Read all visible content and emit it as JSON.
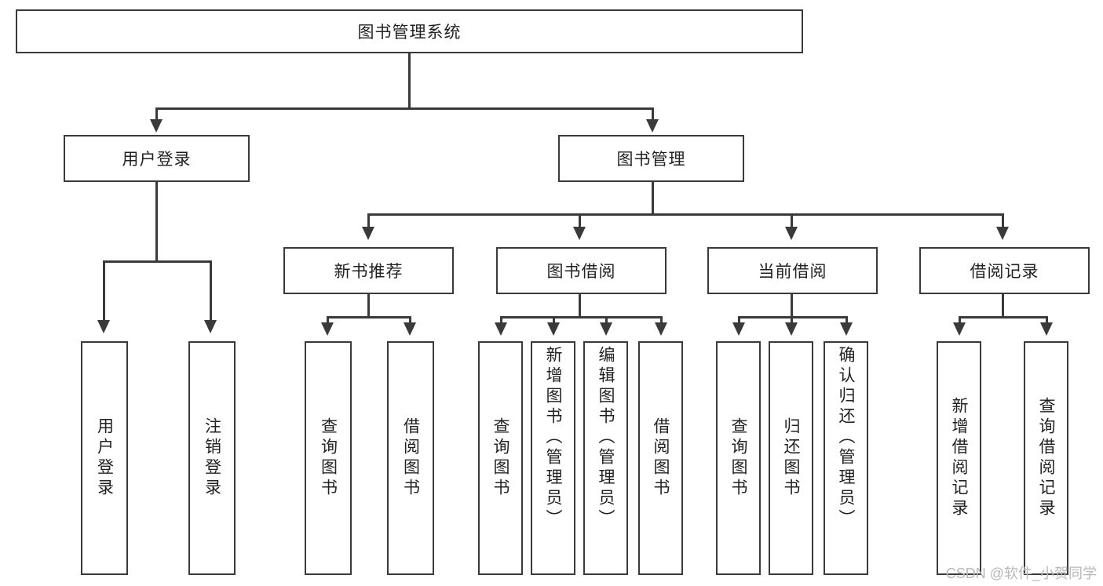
{
  "diagram": {
    "title": "图书管理系统",
    "type": "tree-hierarchy-diagram",
    "watermark": "CSDN @软件_小贺同学",
    "colors": {
      "box_border": "#3a3a3a",
      "box_fill": "#ffffff",
      "connector": "#3a3a3a",
      "text": "#222222",
      "watermark": "#b8b8b8"
    }
  },
  "nodes": {
    "root": {
      "label": "图书管理系统"
    },
    "level2": [
      {
        "label": "用户登录"
      },
      {
        "label": "图书管理"
      }
    ],
    "level3": [
      {
        "label": "新书推荐"
      },
      {
        "label": "图书借阅"
      },
      {
        "label": "当前借阅"
      },
      {
        "label": "借阅记录"
      }
    ],
    "leaves": {
      "user_login": [
        {
          "label": "用户登录"
        },
        {
          "label": "注销登录"
        }
      ],
      "new_book_recommend": [
        {
          "label": "查询图书"
        },
        {
          "label": "借阅图书"
        }
      ],
      "book_borrow": [
        {
          "label": "查询图书"
        },
        {
          "label": "新增图书（管理员）"
        },
        {
          "label": "编辑图书（管理员）"
        },
        {
          "label": "借阅图书"
        }
      ],
      "current_borrow": [
        {
          "label": "查询图书"
        },
        {
          "label": "归还图书"
        },
        {
          "label": "确认归还（管理员）"
        }
      ],
      "borrow_record": [
        {
          "label": "新增借阅记录"
        },
        {
          "label": "查询借阅记录"
        }
      ]
    }
  }
}
